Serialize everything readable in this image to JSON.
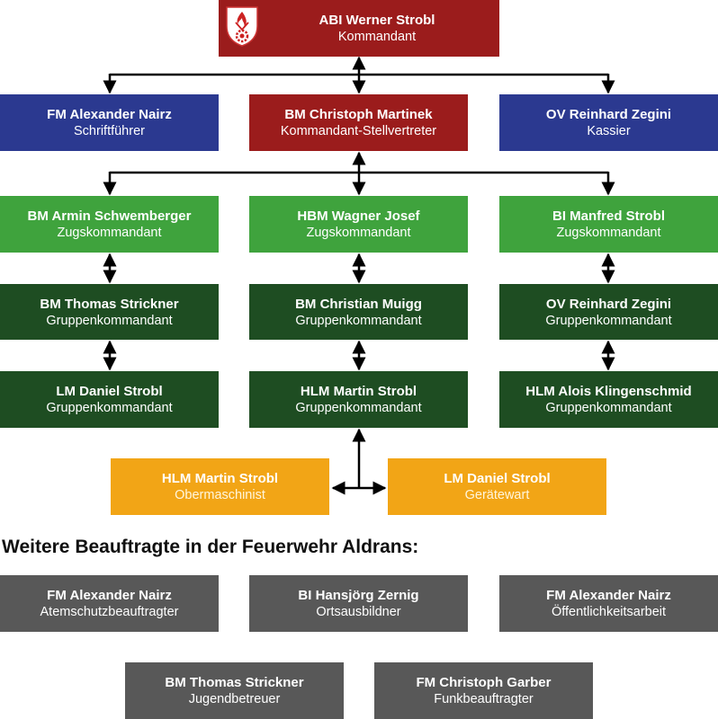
{
  "chart": {
    "commander": {
      "name": "ABI Werner Strobl",
      "role": "Kommandant"
    },
    "staff": [
      {
        "name": "FM Alexander Nairz",
        "role": "Schriftführer"
      },
      {
        "name": "BM Christoph Martinek",
        "role": "Kommandant-Stellvertreter"
      },
      {
        "name": "OV Reinhard Zegini",
        "role": "Kassier"
      }
    ],
    "platoons": [
      {
        "name": "BM Armin Schwemberger",
        "role": "Zugskommandant"
      },
      {
        "name": "HBM Wagner Josef",
        "role": "Zugskommandant"
      },
      {
        "name": "BI Manfred Strobl",
        "role": "Zugskommandant"
      }
    ],
    "groups_row1": [
      {
        "name": "BM Thomas Strickner",
        "role": "Gruppenkommandant"
      },
      {
        "name": "BM Christian Muigg",
        "role": "Gruppenkommandant"
      },
      {
        "name": "OV Reinhard Zegini",
        "role": "Gruppenkommandant"
      }
    ],
    "groups_row2": [
      {
        "name": "LM Daniel Strobl",
        "role": "Gruppenkommandant"
      },
      {
        "name": "HLM Martin Strobl",
        "role": "Gruppenkommandant"
      },
      {
        "name": "HLM Alois Klingenschmid",
        "role": "Gruppenkommandant"
      }
    ],
    "support": [
      {
        "name": "HLM Martin Strobl",
        "role": "Obermaschinist"
      },
      {
        "name": "LM Daniel Strobl",
        "role": "Gerätewart"
      }
    ]
  },
  "section_title": "Weitere Beauftragte in der Feuerwehr Aldrans:",
  "delegates_row1": [
    {
      "name": "FM Alexander Nairz",
      "role": "Atemschutzbeauftragter"
    },
    {
      "name": "BI Hansjörg Zernig",
      "role": "Ortsausbildner"
    },
    {
      "name": "FM Alexander Nairz",
      "role": "Öffentlichkeitsarbeit"
    }
  ],
  "delegates_row2": [
    {
      "name": "BM Thomas Strickner",
      "role": "Jugendbetreuer"
    },
    {
      "name": "FM Christoph Garber",
      "role": "Funkbeauftragter"
    }
  ],
  "colors": {
    "command": "#9b1c1c",
    "staff": "#2b3990",
    "platoon": "#3fa33d",
    "group": "#1e4d22",
    "support": "#f2a516",
    "delegate": "#585858"
  },
  "icons": {
    "crest": "fire-brigade-crest-icon",
    "arrow": "double-arrow-icon"
  }
}
